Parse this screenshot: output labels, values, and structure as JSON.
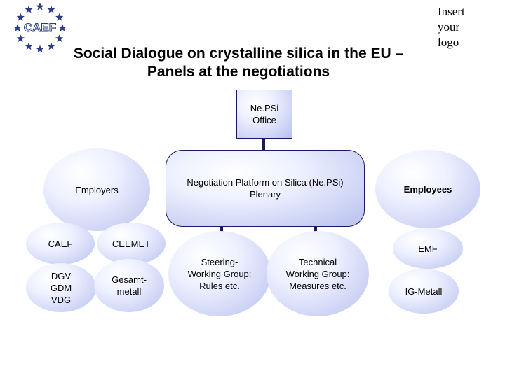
{
  "corner_note": {
    "lines": [
      "Insert",
      "your",
      "logo"
    ]
  },
  "logo": {
    "text": "CAEF"
  },
  "title": {
    "line1": "Social Dialogue on crystalline silica in the EU –",
    "line2": "Panels at the negotiations"
  },
  "nodes": {
    "office": "Ne.PSi\nOffice",
    "plenary": "Negotiation Platform on Silica (Ne.PSi)\nPlenary",
    "employers": "Employers",
    "employees": "Employees",
    "caef": "CAEF",
    "ceemet": "CEEMET",
    "dgv": "DGV\nGDM\nVDG",
    "gesamtmetall": "Gesamt-\nmetall",
    "steering": "Steering-\nWorking Group:\nRules etc.",
    "technical": "Technical\nWorking Group:\nMeasures etc.",
    "emf": "EMF",
    "igmetall": "IG-Metall"
  },
  "colors": {
    "node_fill_light": "#eef1ff",
    "node_fill_dark": "#b8c0ee",
    "outline": "#1a1a5e",
    "logo_blue": "#2a3a8c"
  }
}
